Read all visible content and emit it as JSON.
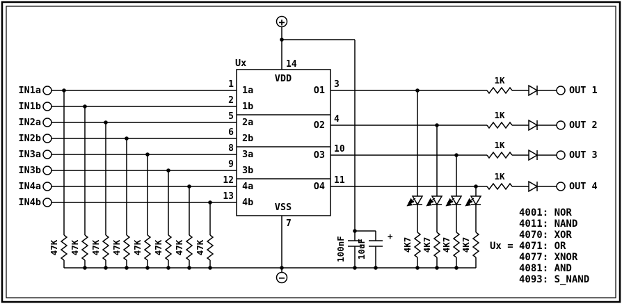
{
  "schematic": {
    "ic": {
      "ref": "Ux",
      "power": {
        "plus": "+",
        "minus": "−",
        "vdd": "VDD",
        "vss": "VSS",
        "vdd_pin": "14",
        "vss_pin": "7"
      },
      "inputs": [
        {
          "terminal": "IN1a",
          "pin": "1",
          "gate_pin": "1a"
        },
        {
          "terminal": "IN1b",
          "pin": "2",
          "gate_pin": "1b"
        },
        {
          "terminal": "IN2a",
          "pin": "5",
          "gate_pin": "2a"
        },
        {
          "terminal": "IN2b",
          "pin": "6",
          "gate_pin": "2b"
        },
        {
          "terminal": "IN3a",
          "pin": "8",
          "gate_pin": "3a"
        },
        {
          "terminal": "IN3b",
          "pin": "9",
          "gate_pin": "3b"
        },
        {
          "terminal": "IN4a",
          "pin": "12",
          "gate_pin": "4a"
        },
        {
          "terminal": "IN4b",
          "pin": "13",
          "gate_pin": "4b"
        }
      ],
      "outputs": [
        {
          "gate_pin": "O1",
          "pin": "3",
          "series_resistor": "1K",
          "terminal": "OUT 1"
        },
        {
          "gate_pin": "O2",
          "pin": "4",
          "series_resistor": "1K",
          "terminal": "OUT 2"
        },
        {
          "gate_pin": "O3",
          "pin": "10",
          "series_resistor": "1K",
          "terminal": "OUT 3"
        },
        {
          "gate_pin": "O4",
          "pin": "11",
          "series_resistor": "1K",
          "terminal": "OUT 4"
        }
      ]
    },
    "pulldown_resistors": [
      "47K",
      "47K",
      "47K",
      "47K",
      "47K",
      "47K",
      "47K",
      "47K"
    ],
    "led_resistors": [
      "4K7",
      "4K7",
      "4K7",
      "4K7"
    ],
    "capacitors": [
      {
        "value": "100nF"
      },
      {
        "value": "10uF",
        "polarity": "+"
      }
    ],
    "legend": {
      "prefix": "Ux =",
      "entries": [
        "4001: NOR",
        "4011: NAND",
        "4070: XOR",
        "4071: OR",
        "4077: XNOR",
        "4081: AND",
        "4093: S_NAND"
      ]
    }
  }
}
